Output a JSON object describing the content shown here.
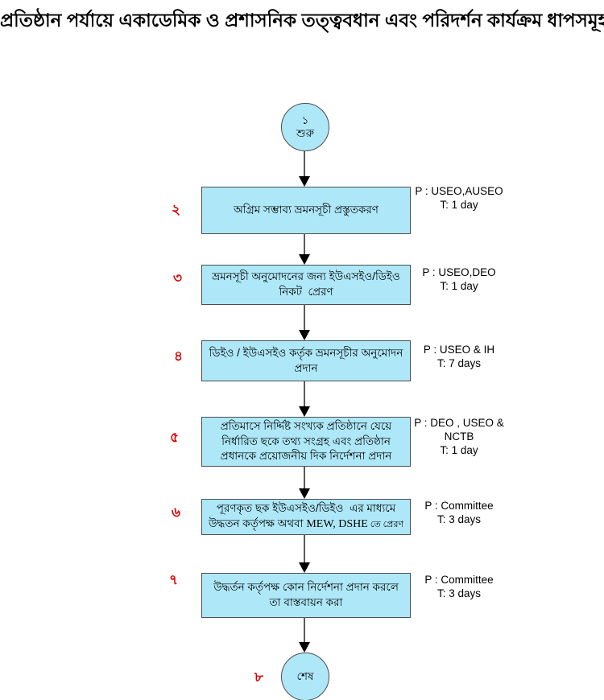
{
  "title": "প্রতিষ্ঠান পর্যায়ে একাডেমিক ও প্রশাসনিক তত্ত্ববধান এবং পরিদর্শন কার্যক্রম ধাপসমূহ",
  "colors": {
    "node_fill": "#aee8f8",
    "node_border": "#4d4d4d",
    "step_number_red": "#dd0000",
    "arrow_line": "#5a5a5a",
    "arrowhead": "#000000"
  },
  "start_node": {
    "number": "১",
    "label": "শুরু"
  },
  "end_node": {
    "number": "৮",
    "label": "শেষ"
  },
  "steps": [
    {
      "number": "২",
      "lines": [
        "অগ্রিম সম্ভাব্য ভ্রমনসূচী প্রস্তুতকরণ"
      ],
      "annotation": [
        "P : USEO,AUSEO",
        "T: 1 day"
      ]
    },
    {
      "number": "৩",
      "lines": [
        "ভ্রমনসূচী অনুমোদনের জন্য ইউএসইও/ডিইও",
        "নিকট  প্রেরণ"
      ],
      "annotation": [
        "P : USEO,DEO",
        "T: 1 day"
      ]
    },
    {
      "number": "৪",
      "lines": [
        "ডিইও / ইউএসইও কর্তৃক ভ্রমনসূচীর অনুমোদন",
        "প্রদান"
      ],
      "annotation": [
        "P : USEO & IH",
        "T: 7 days"
      ]
    },
    {
      "number": "৫",
      "lines": [
        "প্রতিমাসে নির্দ্দিষ্ট সংখ্যক প্রতিষ্ঠানে যেয়ে",
        "নির্ধারিত ছকে তথ্য সংগ্রহ এবং প্রতিষ্ঠান",
        "প্রধানকে প্রয়োজনীয় দিক নির্দেশনা প্রদান"
      ],
      "annotation": [
        "P : DEO , USEO &",
        "NCTB",
        "T: 1 day"
      ]
    },
    {
      "number": "৬",
      "lines": [
        "পূরণকৃত ছক ইউএসইও/ডিইও  এর মাধ্যমে"
      ],
      "line2_parts": {
        "bn1": "উদ্ধতন কর্তৃপক্ষ অথবা ",
        "latin": "MEW, DSHE",
        "bn2": " তে প্রেরণ"
      },
      "annotation": [
        "P : Committee",
        "T: 3 days"
      ]
    },
    {
      "number": "৭",
      "lines": [
        "উদ্ধর্তন কর্তৃপক্ষ কোন নির্দেশনা প্রদান করলে",
        "তা বাস্তবায়ন করা"
      ],
      "annotation": [
        "P : Committee",
        "T: 3 days"
      ]
    }
  ]
}
